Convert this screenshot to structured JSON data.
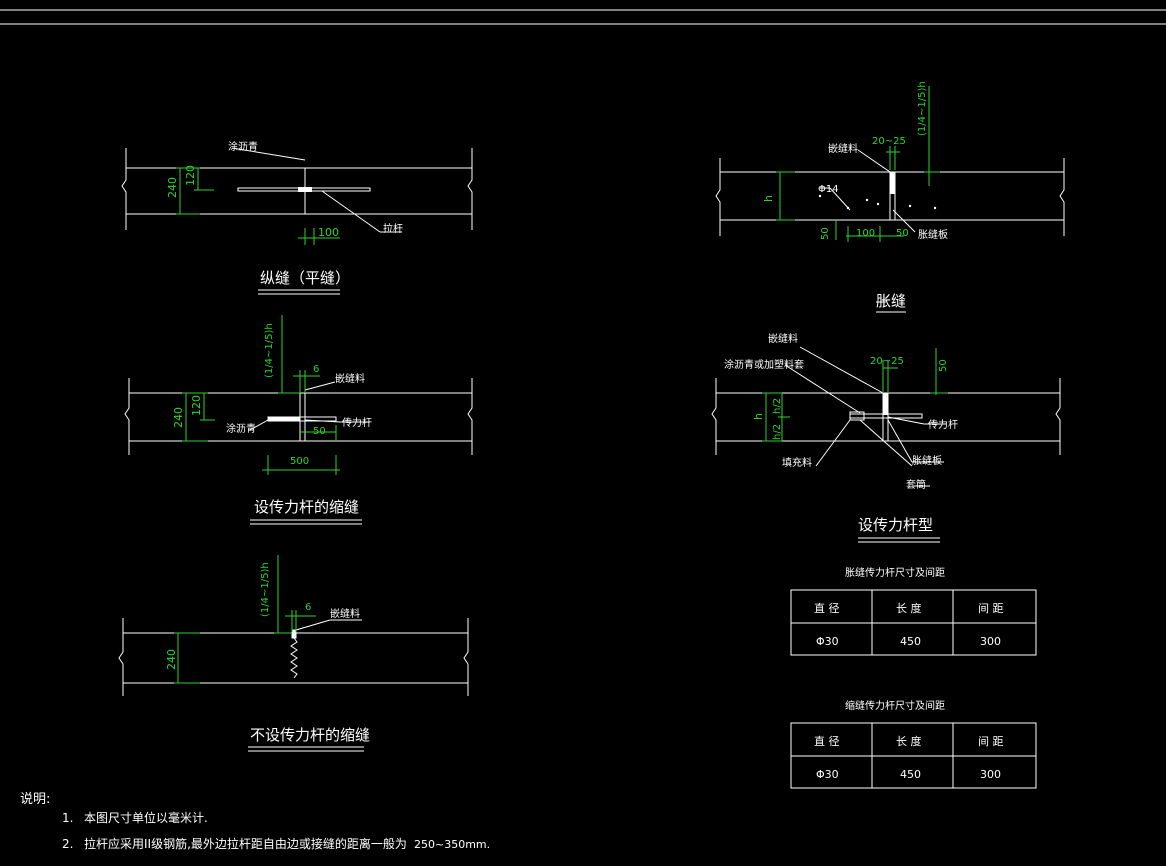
{
  "d1": {
    "title": "纵缝（平缝）",
    "asphalt": "涂沥青",
    "tie_bar": "拉杆",
    "dim_240": "240",
    "dim_120": "120",
    "dim_100": "100"
  },
  "d2": {
    "title": "设传力杆的缩缝",
    "dim_depth": "(1/4~1/5)h",
    "dim_6": "6",
    "sealant": "嵌缝料",
    "asphalt": "涂沥青",
    "dowel": "传力杆",
    "dim_240": "240",
    "dim_120": "120",
    "dim_50": "50",
    "dim_500": "500"
  },
  "d3": {
    "title": "不设传力杆的缩缝",
    "dim_depth": "(1/4~1/5)h",
    "dim_6": "6",
    "sealant": "嵌缝料",
    "dim_240": "240"
  },
  "d4": {
    "title": "胀缝",
    "sealant": "嵌缝料",
    "dim_20_25": "20~25",
    "dim_depth": "(1/4~1/5)h",
    "phi": "Φ14",
    "h": "h",
    "dim_50": "50",
    "dim_100": "100",
    "dim_50b": "50",
    "board": "胀缝板"
  },
  "d5": {
    "title": "设传力杆型",
    "sealant": "嵌缝料",
    "asphalt_sleeve": "涂沥青或加塑料套",
    "dim_20_25": "20~25",
    "dim_50": "50",
    "h": "h",
    "h2": "h/2",
    "h2b": "h/2",
    "dowel": "传力杆",
    "filler": "填充料",
    "board": "胀缝板",
    "sleeve": "套筒"
  },
  "tables": [
    {
      "caption": "胀缝传力杆尺寸及间距",
      "headers": [
        "直 径",
        "长 度",
        "间 距"
      ],
      "row": [
        "Φ30",
        "450",
        "300"
      ]
    },
    {
      "caption": "缩缝传力杆尺寸及间距",
      "headers": [
        "直 径",
        "长 度",
        "间 距"
      ],
      "row": [
        "Φ30",
        "450",
        "300"
      ]
    }
  ],
  "notes": {
    "heading": "说明:",
    "items": [
      {
        "num": "1.",
        "text": "本图尺寸单位以毫米计."
      },
      {
        "num": "2.",
        "text": "拉杆应采用II级钢筋,最外边拉杆距自由边或接缝的距离一般为",
        "extra": "250~350mm."
      }
    ]
  }
}
